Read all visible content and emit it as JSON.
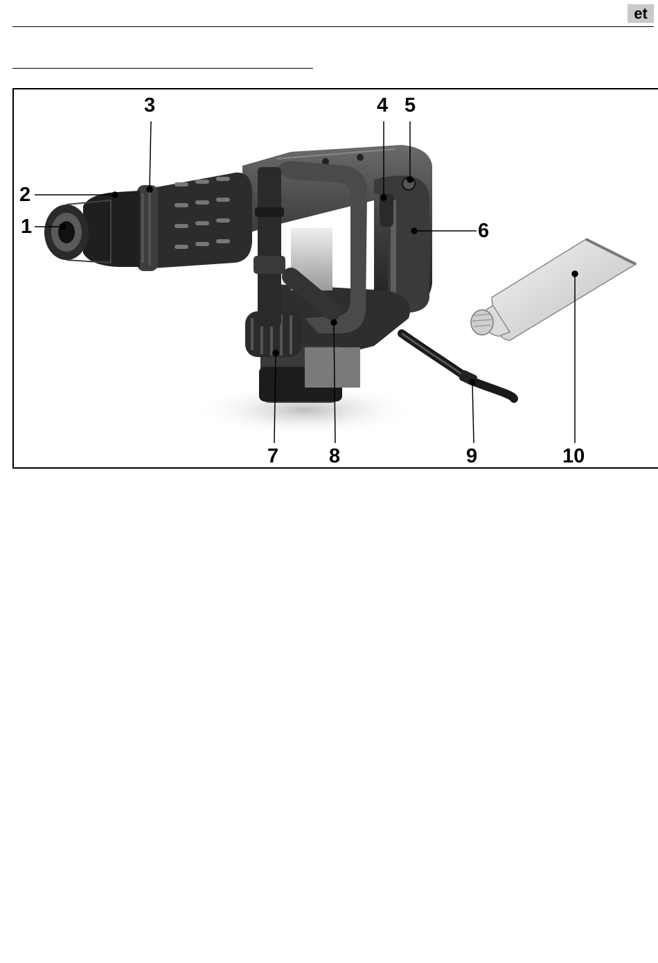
{
  "header": {
    "language_code": "et"
  },
  "figure": {
    "callouts": [
      {
        "number": "1",
        "target": "tool-holder"
      },
      {
        "number": "2",
        "target": "dust-protection-cap"
      },
      {
        "number": "3",
        "target": "locking-sleeve"
      },
      {
        "number": "4",
        "target": "lock-button"
      },
      {
        "number": "5",
        "target": "on-off-switch"
      },
      {
        "number": "6",
        "target": "handle"
      },
      {
        "number": "7",
        "target": "adjustment-knob"
      },
      {
        "number": "8",
        "target": "auxiliary-handle"
      },
      {
        "number": "9",
        "target": "power-cord"
      },
      {
        "number": "10",
        "target": "grease-tube"
      }
    ]
  }
}
